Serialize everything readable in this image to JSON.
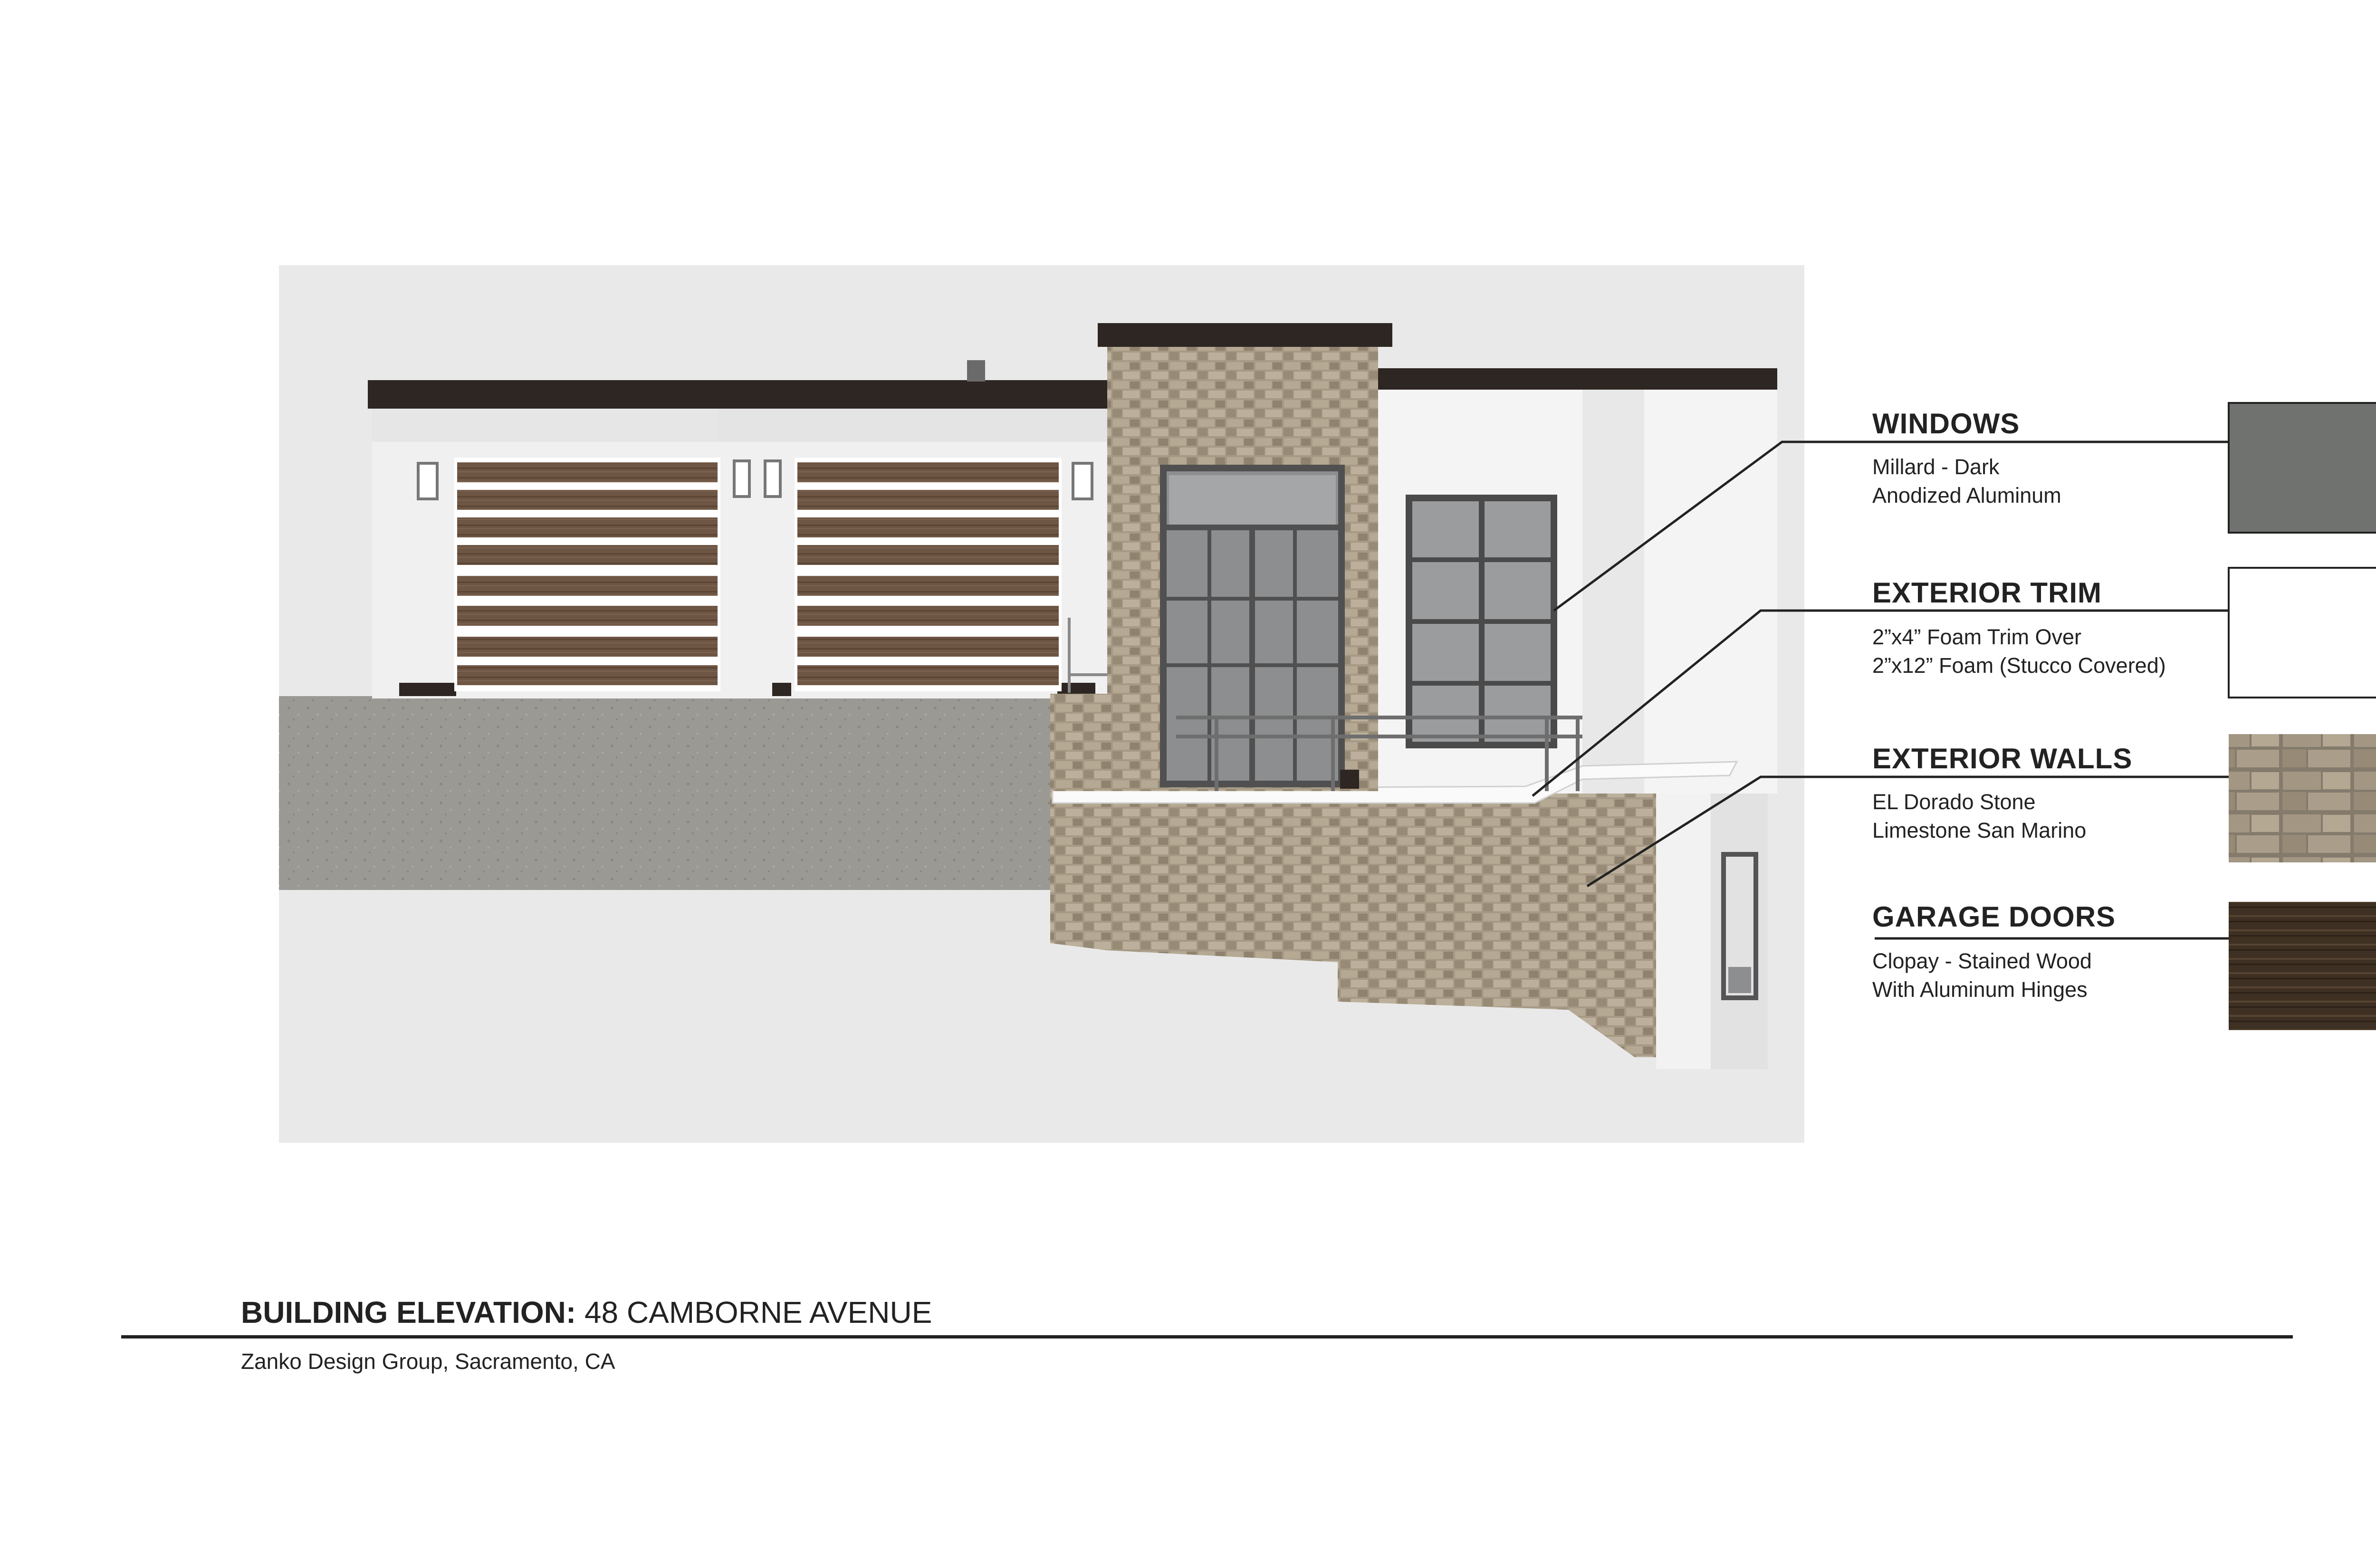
{
  "legend": [
    {
      "title": "WINDOWS",
      "lines": [
        "Millard - Dark",
        "Anodized Aluminum"
      ],
      "swatch": "dark-gray-swatch",
      "color": "#6f726e"
    },
    {
      "title": "EXTERIOR TRIM",
      "lines": [
        "2”x4” Foam Trim Over",
        "2”x12” Foam (Stucco Covered)"
      ],
      "swatch": "white-swatch",
      "color": "#ffffff"
    },
    {
      "title": "EXTERIOR WALLS",
      "lines": [
        "EL Dorado Stone",
        "Limestone San Marino"
      ],
      "swatch": "stone-texture-swatch",
      "color": "#a39581"
    },
    {
      "title": "GARAGE DOORS",
      "lines": [
        "Clopay - Stained Wood",
        "With Aluminum Hinges"
      ],
      "swatch": "wood-texture-swatch",
      "color": "#4a3a2a"
    }
  ],
  "footer": {
    "title_bold": "BUILDING ELEVATION:",
    "title_rest": " 48 CAMBORNE AVENUE",
    "subtitle": "Zanko Design Group, Sacramento, CA"
  },
  "colors": {
    "panel_bg": "#e9e9e9",
    "stucco": "#f2f2f2",
    "roof": "#2e2622",
    "concrete": "#9a9893",
    "stone": "#a59885",
    "wood": "#6b5443",
    "glass": "#8c8e90",
    "frame": "#505050"
  }
}
